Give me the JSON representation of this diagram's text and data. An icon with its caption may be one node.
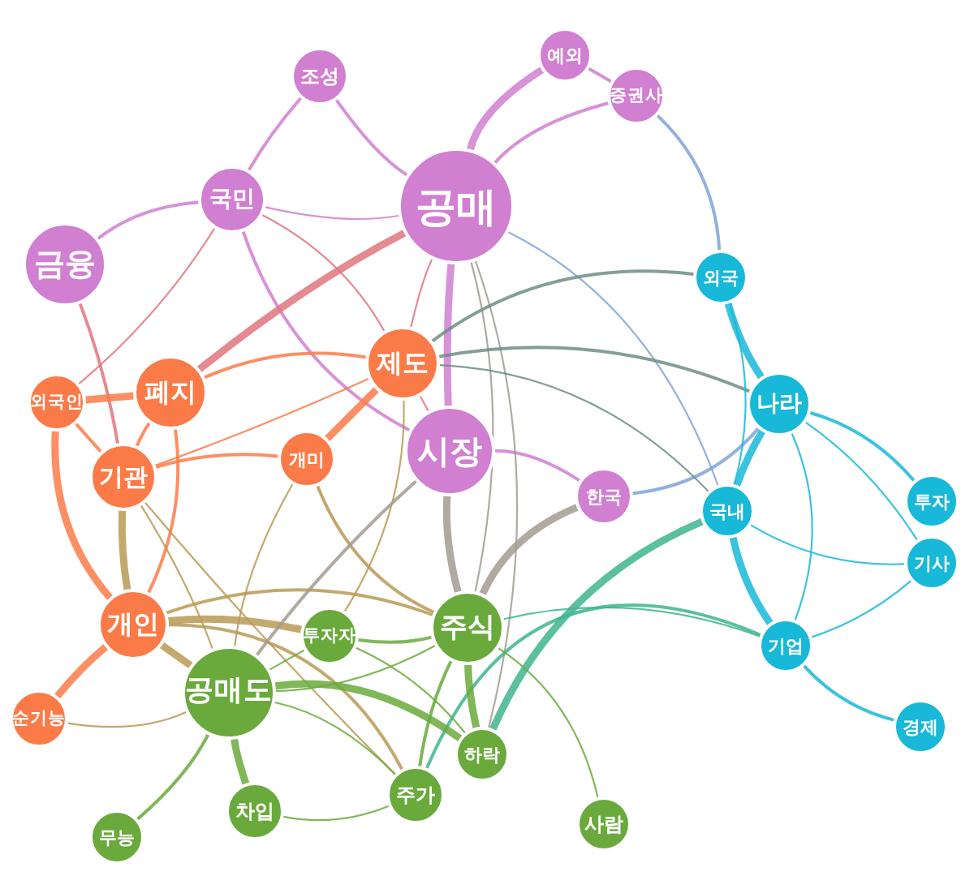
{
  "diagram": {
    "nodes": [
      {
        "text": [
          "예외"
        ]
      },
      {
        "text": [
          "조성"
        ]
      },
      {
        "text": [
          "증권사"
        ]
      },
      {
        "text": [
          "국민"
        ]
      },
      {
        "text": [
          "공매"
        ]
      },
      {
        "text": [
          "금융"
        ]
      },
      {
        "text": [
          "외국"
        ]
      },
      {
        "text": [
          "제도"
        ]
      },
      {
        "text": [
          "폐지"
        ]
      },
      {
        "text": [
          "외국인"
        ]
      },
      {
        "text": [
          "나라"
        ]
      },
      {
        "text": [
          "시장"
        ]
      },
      {
        "text": [
          "개미"
        ]
      },
      {
        "text": [
          "기관"
        ]
      },
      {
        "text": [
          "한국"
        ]
      },
      {
        "text": [
          "투자"
        ]
      },
      {
        "text": [
          "국내"
        ]
      },
      {
        "text": [
          "기사"
        ]
      },
      {
        "text": [
          "개인"
        ]
      },
      {
        "text": [
          "주식"
        ]
      },
      {
        "text": [
          "투자자"
        ]
      },
      {
        "text": [
          "기업"
        ]
      },
      {
        "text": [
          "공매도"
        ]
      },
      {
        "text": [
          "순기능"
        ]
      },
      {
        "text": [
          "경제"
        ]
      },
      {
        "text": [
          "하락"
        ]
      },
      {
        "text": [
          "주가"
        ]
      },
      {
        "text": [
          "차입"
        ]
      },
      {
        "text": [
          "사람"
        ]
      },
      {
        "text": [
          "무능"
        ]
      }
    ],
    "edges": [
      {
        "from": 1,
        "to": 3,
        "arrow": "none",
        "color": "#d07fd1"
      },
      {
        "from": 1,
        "to": 4,
        "arrow": "none",
        "color": "#d07fd1"
      },
      {
        "from": 0,
        "to": 4,
        "arrow": "none",
        "style": "thick",
        "color": "#d07fd1"
      },
      {
        "from": 0,
        "to": 2,
        "arrow": "none",
        "color": "#d07fd1"
      },
      {
        "from": 2,
        "to": 4,
        "arrow": "none",
        "color": "#d07fd1"
      },
      {
        "from": 3,
        "to": 5,
        "arrow": "none",
        "color": "#d07fd1"
      },
      {
        "from": 3,
        "to": 4,
        "arrow": "none",
        "color": "#d07fd1"
      },
      {
        "from": 3,
        "to": 11,
        "arrow": "none",
        "color": "#d07fd1"
      },
      {
        "from": 4,
        "to": 11,
        "arrow": "none",
        "style": "thick",
        "color": "#d07fd1"
      },
      {
        "from": 11,
        "to": 14,
        "arrow": "none",
        "color": "#d07fd1"
      },
      {
        "from": 2,
        "to": 6,
        "arrow": "none",
        "color": "#7fa3d8"
      },
      {
        "from": 4,
        "to": 16,
        "arrow": "none",
        "color": "#7fa3d8"
      },
      {
        "from": 14,
        "to": 10,
        "arrow": "none",
        "color": "#7fa3d8"
      },
      {
        "from": 5,
        "to": 13,
        "arrow": "none",
        "color": "#e0767e"
      },
      {
        "from": 3,
        "to": 9,
        "arrow": "none",
        "color": "#e0767e"
      },
      {
        "from": 3,
        "to": 7,
        "arrow": "none",
        "color": "#e0767e"
      },
      {
        "from": 4,
        "to": 8,
        "arrow": "none",
        "style": "thick",
        "color": "#e0767e"
      },
      {
        "from": 4,
        "to": 7,
        "arrow": "none",
        "color": "#e0767e"
      },
      {
        "from": 7,
        "to": 11,
        "arrow": "none",
        "color": "#e0767e"
      },
      {
        "from": 9,
        "to": 8,
        "arrow": "none",
        "style": "thick",
        "color": "#fb7b48"
      },
      {
        "from": 9,
        "to": 13,
        "arrow": "none",
        "color": "#fb7b48"
      },
      {
        "from": 9,
        "to": 18,
        "arrow": "none",
        "style": "thick",
        "color": "#fb7b48"
      },
      {
        "from": 8,
        "to": 7,
        "arrow": "none",
        "color": "#fb7b48"
      },
      {
        "from": 13,
        "to": 7,
        "arrow": "none",
        "color": "#fb7b48"
      },
      {
        "from": 8,
        "to": 13,
        "arrow": "none",
        "color": "#fb7b48"
      },
      {
        "from": 13,
        "to": 12,
        "arrow": "none",
        "color": "#fb7b48"
      },
      {
        "from": 7,
        "to": 12,
        "arrow": "none",
        "style": "thick",
        "color": "#fb7b48"
      },
      {
        "from": 8,
        "to": 18,
        "arrow": "none",
        "color": "#fb7b48"
      },
      {
        "from": 18,
        "to": 23,
        "arrow": "none",
        "style": "thick",
        "color": "#fb7b48"
      },
      {
        "from": 13,
        "to": 18,
        "arrow": "none",
        "style": "thick",
        "color": "#b99a55"
      },
      {
        "from": 18,
        "to": 20,
        "arrow": "none",
        "style": "thick",
        "color": "#b99a55"
      },
      {
        "from": 18,
        "to": 19,
        "arrow": "none",
        "color": "#b99a55"
      },
      {
        "from": 18,
        "to": 26,
        "arrow": "none",
        "color": "#b99a55"
      },
      {
        "from": 18,
        "to": 22,
        "arrow": "none",
        "style": "thick",
        "color": "#b99a55"
      },
      {
        "from": 23,
        "to": 22,
        "arrow": "none",
        "color": "#b99a55"
      },
      {
        "from": 13,
        "to": 22,
        "arrow": "none",
        "color": "#b99a55"
      },
      {
        "from": 13,
        "to": 26,
        "arrow": "none",
        "color": "#b99a55"
      },
      {
        "from": 12,
        "to": 22,
        "arrow": "none",
        "color": "#b99a55"
      },
      {
        "from": 12,
        "to": 19,
        "arrow": "none",
        "color": "#b99a55"
      },
      {
        "from": 7,
        "to": 20,
        "arrow": "none",
        "color": "#b99a55"
      },
      {
        "from": 11,
        "to": 22,
        "arrow": "none",
        "color": "#a29b91"
      },
      {
        "from": 11,
        "to": 19,
        "arrow": "none",
        "style": "thick",
        "color": "#a29b91"
      },
      {
        "from": 14,
        "to": 19,
        "arrow": "none",
        "style": "thick",
        "color": "#a29b91"
      },
      {
        "from": 4,
        "to": 19,
        "arrow": "none",
        "color": "#a29b91"
      },
      {
        "from": 4,
        "to": 25,
        "arrow": "none",
        "color": "#a29b91"
      },
      {
        "from": 7,
        "to": 6,
        "arrow": "none",
        "color": "#6e8d86"
      },
      {
        "from": 7,
        "to": 10,
        "arrow": "none",
        "color": "#6e8d86"
      },
      {
        "from": 7,
        "to": 16,
        "arrow": "none",
        "color": "#6e8d86"
      },
      {
        "from": 6,
        "to": 10,
        "arrow": "none",
        "style": "thick",
        "color": "#17b8d8"
      },
      {
        "from": 6,
        "to": 16,
        "arrow": "none",
        "color": "#17b8d8"
      },
      {
        "from": 10,
        "to": 16,
        "arrow": "none",
        "style": "thick",
        "color": "#17b8d8"
      },
      {
        "from": 10,
        "to": 15,
        "arrow": "none",
        "color": "#17b8d8"
      },
      {
        "from": 10,
        "to": 17,
        "arrow": "none",
        "color": "#17b8d8"
      },
      {
        "from": 10,
        "to": 21,
        "arrow": "none",
        "color": "#17b8d8"
      },
      {
        "from": 16,
        "to": 21,
        "arrow": "none",
        "style": "thick",
        "color": "#17b8d8"
      },
      {
        "from": 16,
        "to": 17,
        "arrow": "none",
        "color": "#17b8d8"
      },
      {
        "from": 21,
        "to": 17,
        "arrow": "none",
        "color": "#17b8d8"
      },
      {
        "from": 21,
        "to": 24,
        "arrow": "none",
        "color": "#17b8d8"
      },
      {
        "from": 16,
        "to": 25,
        "arrow": "none",
        "style": "thick",
        "color": "#3db58e"
      },
      {
        "from": 21,
        "to": 26,
        "arrow": "none",
        "color": "#3db58e"
      },
      {
        "from": 21,
        "to": 19,
        "arrow": "none",
        "color": "#3db58e"
      },
      {
        "from": 20,
        "to": 19,
        "arrow": "none"
      },
      {
        "from": 22,
        "to": 19,
        "arrow": "none"
      },
      {
        "from": 22,
        "to": 20,
        "arrow": "none"
      },
      {
        "from": 22,
        "to": 25,
        "arrow": "none",
        "style": "thick"
      },
      {
        "from": 22,
        "to": 26,
        "arrow": "none"
      },
      {
        "from": 22,
        "to": 27,
        "arrow": "none",
        "style": "thick"
      },
      {
        "from": 22,
        "to": 29,
        "arrow": "none"
      },
      {
        "from": 27,
        "to": 26,
        "arrow": "none"
      },
      {
        "from": 19,
        "to": 25,
        "arrow": "none",
        "style": "thick"
      },
      {
        "from": 19,
        "to": 26,
        "arrow": "none"
      },
      {
        "from": 20,
        "to": 25,
        "arrow": "none"
      },
      {
        "from": 19,
        "to": 28,
        "arrow": "none"
      }
    ]
  }
}
